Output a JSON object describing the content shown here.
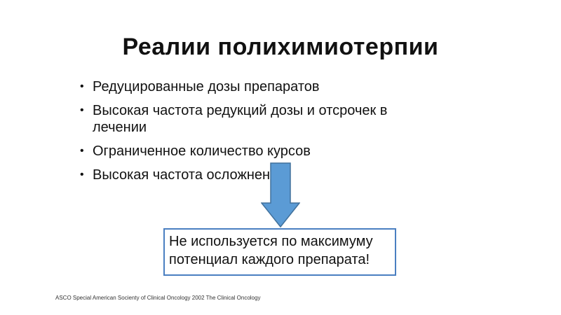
{
  "slide": {
    "title": "Реалии полихимиотерпии",
    "bullet_marker": "•",
    "bullets": [
      "Редуцированные дозы препаратов",
      "Высокая частота редукций дозы и отсрочек в лечении",
      "Ограниченное количество курсов",
      "Высокая частота осложнений"
    ],
    "callout_text": "Не используется по максимуму\nпотенциал каждого препарата!",
    "footer": "ASCO Special American Socienty of Clinical Oncology 2002 The Clinical Oncology"
  },
  "colors": {
    "arrow_fill": "#5b9bd5",
    "arrow_stroke": "#41719c",
    "callout_border": "#4a7fc1"
  },
  "icons": {
    "arrow": "down-arrow-icon"
  }
}
